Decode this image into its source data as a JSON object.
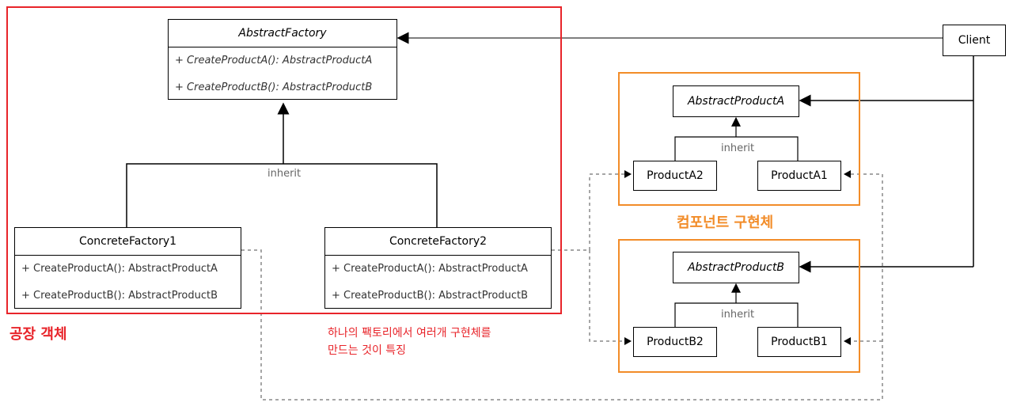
{
  "factory_group": {
    "label": "공장 객체",
    "abstract_factory": {
      "name": "AbstractFactory",
      "methods": [
        "+ CreateProductA(): AbstractProductA",
        "+ CreateProductB(): AbstractProductB"
      ]
    },
    "inherit_label": "inherit",
    "concrete1": {
      "name": "ConcreteFactory1",
      "methods": [
        "+ CreateProductA(): AbstractProductA",
        "+ CreateProductB(): AbstractProductB"
      ]
    },
    "concrete2": {
      "name": "ConcreteFactory2",
      "methods": [
        "+ CreateProductA(): AbstractProductA",
        "+ CreateProductB(): AbstractProductB"
      ]
    }
  },
  "note": {
    "line1": "하나의 팩토리에서 여러개 구현체를",
    "line2": "만드는 것이 특징"
  },
  "client": {
    "name": "Client"
  },
  "component_label": "컴포넌트 구현체",
  "product_a_group": {
    "abstract": "AbstractProductA",
    "inherit_label": "inherit",
    "product2": "ProductA2",
    "product1": "ProductA1"
  },
  "product_b_group": {
    "abstract": "AbstractProductB",
    "inherit_label": "inherit",
    "product2": "ProductB2",
    "product1": "ProductB1"
  },
  "colors": {
    "factory_border": "#e8242a",
    "component_border": "#f28c28",
    "dashed": "#888888"
  }
}
